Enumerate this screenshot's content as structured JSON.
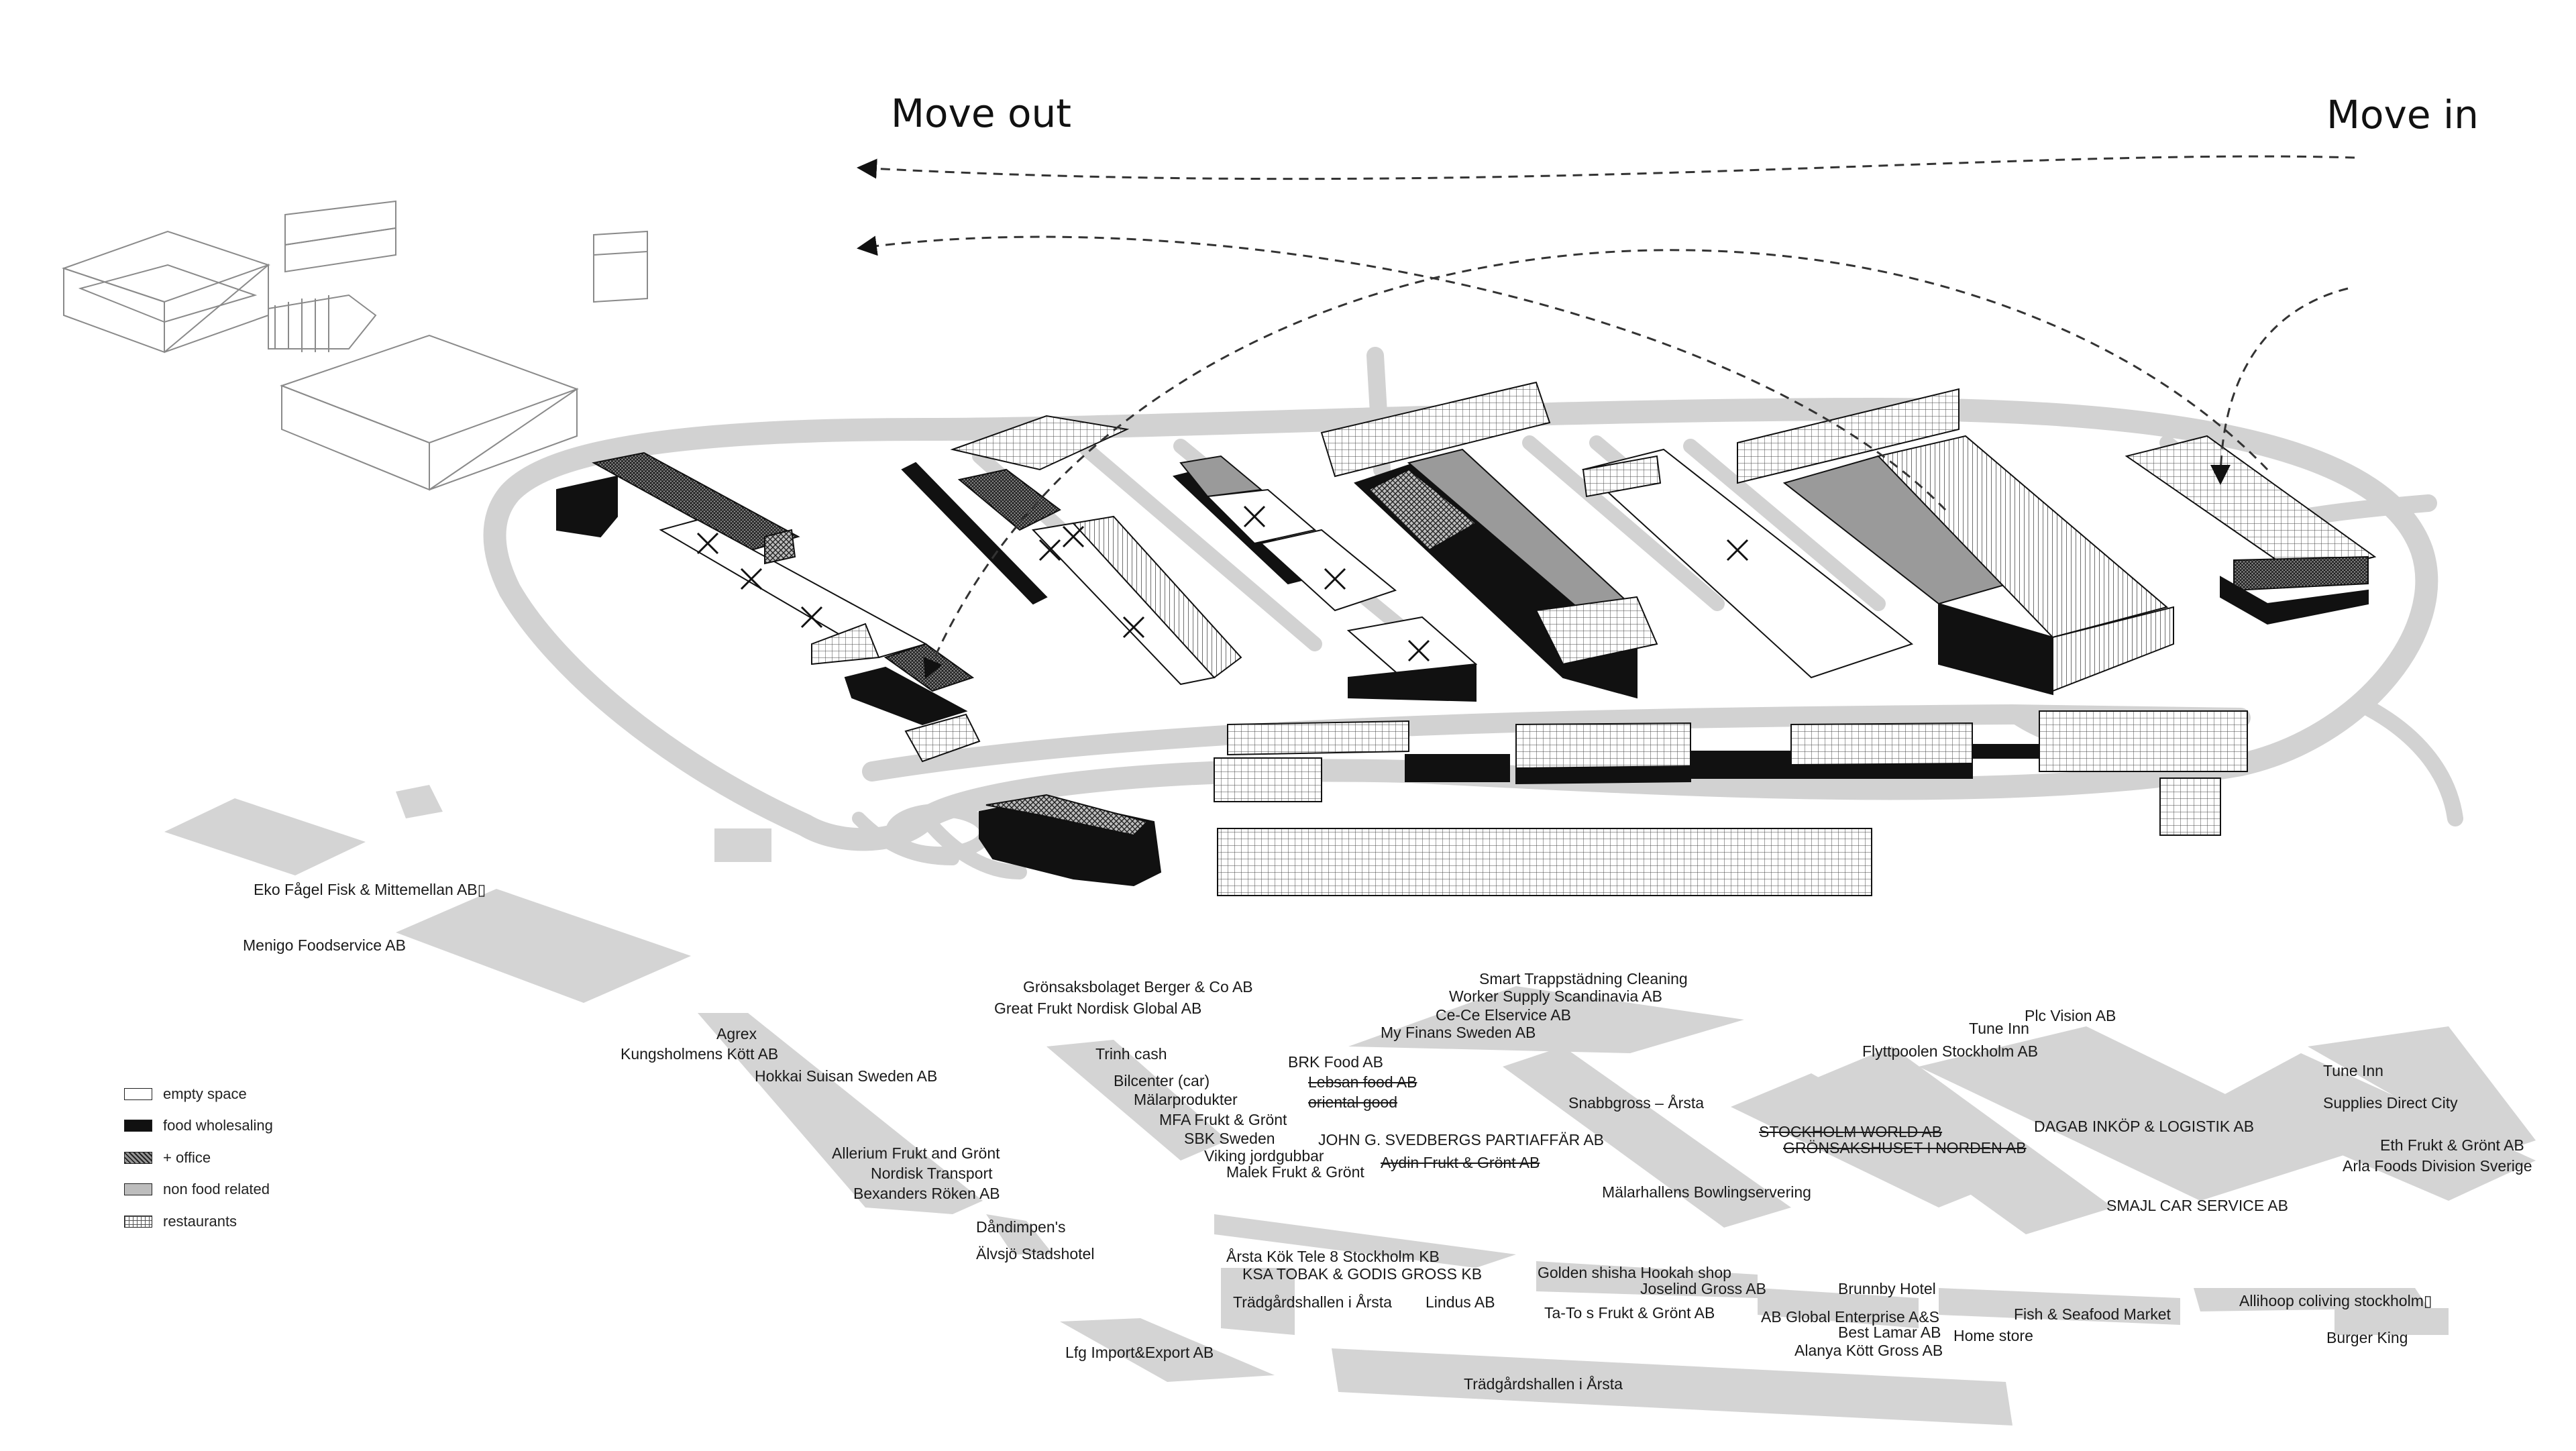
{
  "headings": {
    "move_out": "Move out",
    "move_in": "Move in"
  },
  "legend": [
    {
      "key": "empty",
      "label": "empty space",
      "fill": "white"
    },
    {
      "key": "food",
      "label": "food wholesaling",
      "fill": "black"
    },
    {
      "key": "office",
      "label": "+ office",
      "fill": "crosshatch"
    },
    {
      "key": "nonfood",
      "label": "non food related",
      "fill": "lightgray"
    },
    {
      "key": "restaurants",
      "label": "restaurants",
      "fill": "grid"
    }
  ],
  "labels": [
    {
      "text": "Eko Fågel Fisk & Mittemellan AB▯"
    },
    {
      "text": "Menigo Foodservice AB"
    },
    {
      "text": "Agrex"
    },
    {
      "text": "Kungsholmens Kött AB"
    },
    {
      "text": "Hokkai Suisan Sweden AB"
    },
    {
      "text": "Allerium Frukt and Grönt"
    },
    {
      "text": "Nordisk Transport"
    },
    {
      "text": "Bexanders Röken AB"
    },
    {
      "text": "Dåndimpen's"
    },
    {
      "text": "Älvsjö Stadshotel"
    },
    {
      "text": "Grönsaksbolaget Berger & Co AB"
    },
    {
      "text": "Great Frukt Nordisk Global AB"
    },
    {
      "text": "Trinh cash"
    },
    {
      "text": "Bilcenter (car)"
    },
    {
      "text": "Mälarprodukter"
    },
    {
      "text": "MFA Frukt & Grönt"
    },
    {
      "text": "SBK Sweden"
    },
    {
      "text": "Viking jordgubbar"
    },
    {
      "text": "Malek Frukt & Grönt"
    },
    {
      "text": "BRK Food AB"
    },
    {
      "text": "Lebsan food AB",
      "strike": true
    },
    {
      "text": "oriental good",
      "strike": true
    },
    {
      "text": "JOHN G. SVEDBERGS PARTIAFFÄR AB"
    },
    {
      "text": "Aydin Frukt & Grönt AB",
      "strike": true
    },
    {
      "text": "Smart Trappstädning Cleaning"
    },
    {
      "text": "Worker Supply Scandinavia AB"
    },
    {
      "text": "Ce-Ce Elservice AB"
    },
    {
      "text": "My Finans Sweden AB"
    },
    {
      "text": "Snabbgross – Årsta"
    },
    {
      "text": "Mälarhallens Bowlingservering"
    },
    {
      "text": "Plc Vision AB"
    },
    {
      "text": "Tune Inn"
    },
    {
      "text": "Flyttpoolen Stockholm AB"
    },
    {
      "text": "STOCKHOLM WORLD AB",
      "strike": true
    },
    {
      "text": "GRÖNSAKSHUSET I NORDEN AB",
      "strike": true
    },
    {
      "text": "DAGAB INKÖP & LOGISTIK AB"
    },
    {
      "text": "SMAJL CAR SERVICE AB"
    },
    {
      "text": "Tune Inn"
    },
    {
      "text": "Supplies Direct City"
    },
    {
      "text": "Eth Frukt & Grönt AB"
    },
    {
      "text": "Arla Foods Division Sverige"
    },
    {
      "text": "Årsta Kök Tele 8 Stockholm KB"
    },
    {
      "text": "KSA TOBAK & GODIS GROSS KB"
    },
    {
      "text": "Trädgårdshallen i Årsta"
    },
    {
      "text": "Lindus AB"
    },
    {
      "text": "Golden shisha Hookah shop"
    },
    {
      "text": "Joselind Gross AB"
    },
    {
      "text": "Ta-To s Frukt & Grönt AB"
    },
    {
      "text": "Brunnby Hotel"
    },
    {
      "text": "AB Global Enterprise A&S"
    },
    {
      "text": "Best Lamar AB"
    },
    {
      "text": "Alanya Kött Gross AB"
    },
    {
      "text": "Home store"
    },
    {
      "text": "Fish & Seafood Market"
    },
    {
      "text": "Allihoop coliving stockholm▯"
    },
    {
      "text": "Burger King"
    },
    {
      "text": "Lfg Import&Export AB"
    },
    {
      "text": "Trädgårdshallen i Årsta"
    }
  ]
}
